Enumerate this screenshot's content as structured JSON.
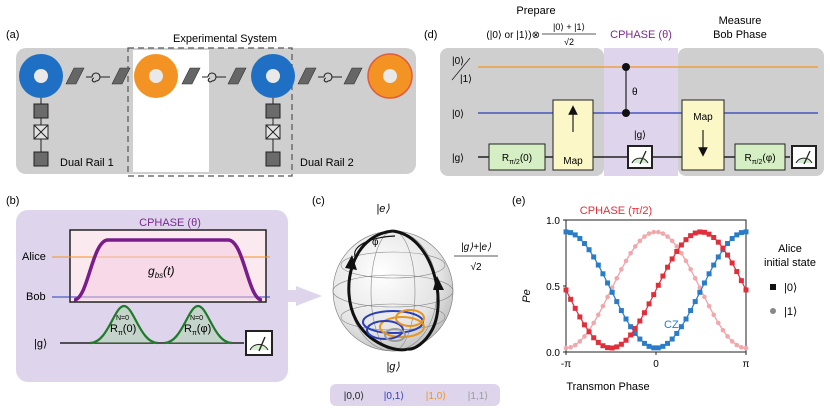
{
  "panel_labels": {
    "a": "(a)",
    "b": "(b)",
    "c": "(c)",
    "d": "(d)",
    "e": "(e)"
  },
  "panel_a": {
    "title": "Experimental System",
    "dual_rail_1": "Dual Rail 1",
    "dual_rail_2": "Dual Rail 2",
    "colors": {
      "blue_resonator": "#1f6fc4",
      "orange_resonator": "#f39323",
      "box_gray": "#cfcfcf"
    }
  },
  "panel_b": {
    "title": "CPHASE (θ)",
    "alice": "Alice",
    "bob": "Bob",
    "ground": "|g⟩",
    "coupling": "g",
    "coupling_sub": "bs",
    "coupling_arg": "(t)",
    "pulse1_top": "N=0",
    "pulse1_main": "R",
    "pulse1_sub": "π",
    "pulse1_arg": "(0)",
    "pulse2_top": "N=0",
    "pulse2_main": "R",
    "pulse2_sub": "π",
    "pulse2_arg": "(φ)",
    "title_color": "#7a2b8e"
  },
  "panel_c": {
    "top": "|e⟩",
    "bottom": "|g⟩",
    "phi": "φ",
    "equator_num": "|g⟩+|e⟩",
    "equator_den": "√2",
    "legend": [
      {
        "label": "|0,0⟩",
        "color": "#222222"
      },
      {
        "label": "|0,1⟩",
        "color": "#2b3fb8"
      },
      {
        "label": "|1,0⟩",
        "color": "#e8941f"
      },
      {
        "label": "|1,1⟩",
        "color": "#9a9a9a"
      }
    ]
  },
  "panel_d": {
    "prepare_title": "Prepare",
    "prepare_state": "(|0⟩ or |1⟩)⊗",
    "prepare_num": "|0⟩ + |1⟩",
    "prepare_den": "√2",
    "cphase_title": "CPHASE (θ)",
    "measure_title_1": "Measure",
    "measure_title_2": "Bob Phase",
    "wire1_a": "|0⟩",
    "wire1_b": "|1⟩",
    "wire2": "|0⟩",
    "wire3": "|g⟩",
    "rot1_main": "R",
    "rot1_sub": "π/2",
    "rot1_arg": "(0)",
    "map1": "Map",
    "theta": "θ",
    "meter_label": "|g⟩",
    "map2": "Map",
    "rot2_main": "R",
    "rot2_sub": "π/2",
    "rot2_arg": "(φ)"
  },
  "panel_e": {
    "title": "CPHASE (π/2)",
    "cz_label": "CZ",
    "legend_title_1": "Alice",
    "legend_title_2": "initial state",
    "legend": [
      {
        "label": "|0⟩",
        "marker": "square"
      },
      {
        "label": "|1⟩",
        "marker": "circle"
      }
    ]
  },
  "chart_data": {
    "type": "line",
    "title": "CPHASE (π/2)",
    "xlabel": "Transmon Phase",
    "ylabel": "Pe",
    "xlim": [
      -3.1416,
      3.1416
    ],
    "ylim": [
      0,
      1
    ],
    "xticks": [
      "-π",
      "0",
      "π"
    ],
    "yticks": [
      "0.0",
      "0.5",
      "1.0"
    ],
    "series": [
      {
        "name": "CZ",
        "color": "#2a7cc7",
        "marker": "square",
        "amplitude": 0.44,
        "offset": 0.47,
        "phase_shift": 3.1416
      },
      {
        "name": "CZ",
        "color": "#d9a0a6",
        "marker": "circle",
        "amplitude": 0.44,
        "offset": 0.47,
        "phase_shift": 0.0
      },
      {
        "name": "CPHASE (π/2)",
        "color": "#e02f3b",
        "marker": "square",
        "amplitude": 0.44,
        "offset": 0.47,
        "phase_shift": -1.5708
      },
      {
        "name": "CPHASE (π/2)",
        "color": "#f1a7ab",
        "marker": "circle",
        "amplitude": 0.44,
        "offset": 0.47,
        "phase_shift": 0.0
      }
    ]
  }
}
